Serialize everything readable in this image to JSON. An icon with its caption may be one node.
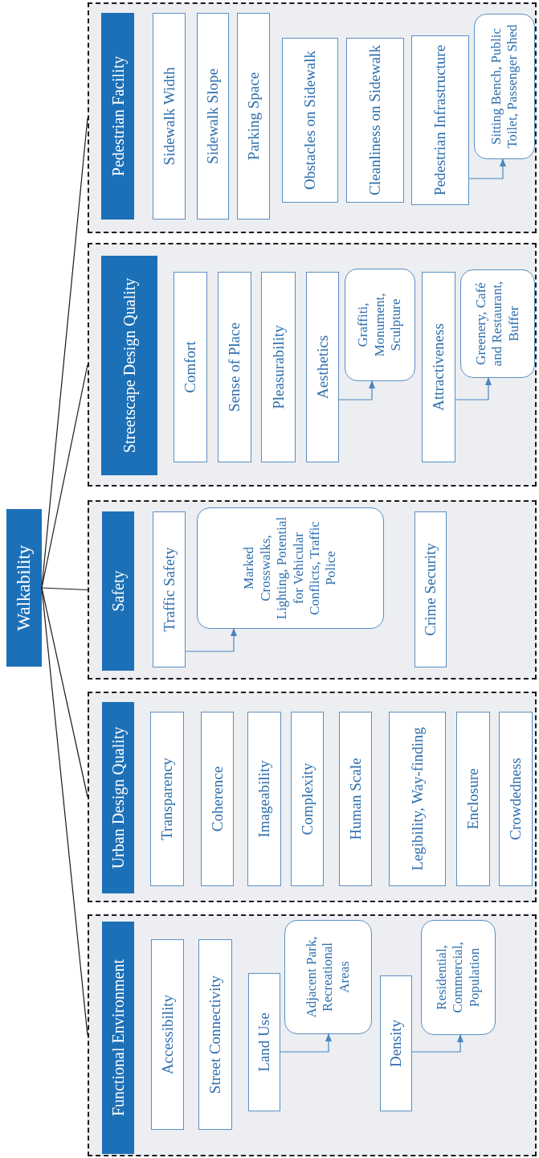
{
  "diagram": {
    "nodes": [
      {
        "text": [
          "Walkability"
        ]
      },
      {
        "text": [],
        "shape": "box"
      },
      {
        "text": [
          "Functional Environment"
        ],
        "in": 1
      },
      {
        "text": [
          "Accessibility"
        ],
        "in": 1
      },
      {
        "text": [
          "Street Connectivity"
        ],
        "in": 1
      },
      {
        "text": [
          "Land Use"
        ],
        "in": 1
      },
      {
        "text": [
          "Adjacent Park, Recreational Areas"
        ],
        "in": 1
      },
      {
        "text": [
          "Density"
        ],
        "in": 1
      },
      {
        "text": [
          "Residential, Commercial, Population"
        ],
        "in": 1
      },
      {
        "text": [],
        "shape": "box"
      },
      {
        "text": [
          "Urban Design Quality"
        ],
        "in": 9
      },
      {
        "text": [
          "Transparency"
        ],
        "in": 9
      },
      {
        "text": [
          "Coherence"
        ],
        "in": 9
      },
      {
        "text": [
          "Imageability"
        ],
        "in": 9
      },
      {
        "text": [
          "Complexity"
        ],
        "in": 9
      },
      {
        "text": [
          "Human Scale"
        ],
        "in": 9
      },
      {
        "text": [
          "Legibility, Way-finding"
        ],
        "in": 9
      },
      {
        "text": [
          "Enclosure"
        ],
        "in": 9
      },
      {
        "text": [
          "Crowdedness"
        ],
        "in": 9
      },
      {
        "text": [],
        "shape": "box"
      },
      {
        "text": [
          "Safety"
        ],
        "in": 19
      },
      {
        "text": [
          "Traffic Safety"
        ],
        "in": 19
      },
      {
        "text": [
          "Marked Crosswalks, Lighting, Potential for Vehicular Conflicts, Traffic Police"
        ],
        "in": 19
      },
      {
        "text": [
          "Crime Security"
        ],
        "in": 19
      },
      {
        "text": [],
        "shape": "box"
      },
      {
        "text": [
          "Streetscape Design Quality"
        ],
        "in": 24
      },
      {
        "text": [
          "Comfort"
        ],
        "in": 24
      },
      {
        "text": [
          "Sense of Place"
        ],
        "in": 24
      },
      {
        "text": [
          "Pleasurability"
        ],
        "in": 24
      },
      {
        "text": [
          "Aesthetics"
        ],
        "in": 24
      },
      {
        "text": [
          "Graffiti, Monument, Sculpture"
        ],
        "in": 24
      },
      {
        "text": [
          "Attractiveness"
        ],
        "in": 24
      },
      {
        "text": [
          "Greenery, Café and Restaurant, Buffer"
        ],
        "in": 24
      },
      {
        "text": [],
        "shape": "box"
      },
      {
        "text": [
          "Pedestrian Facility"
        ],
        "in": 33
      },
      {
        "text": [
          "Sidewalk Width"
        ],
        "in": 33
      },
      {
        "text": [
          "Sidewalk Slope"
        ],
        "in": 33
      },
      {
        "text": [
          "Parking Space"
        ],
        "in": 33
      },
      {
        "text": [
          "Obstacles on Sidewalk"
        ],
        "in": 33
      },
      {
        "text": [
          "Cleanliness on Sidewalk"
        ],
        "in": 33
      },
      {
        "text": [
          "Pedestrian Infrastructure"
        ],
        "in": 33
      },
      {
        "text": [
          "Sitting Bench, Public Toilet, Passenger Shed"
        ],
        "in": 33
      }
    ],
    "edges": [
      {
        "from": 0,
        "to": 1,
        "arrow": "none",
        "color": "#1a1a1a"
      },
      {
        "from": 0,
        "to": 9,
        "arrow": "none",
        "color": "#1a1a1a"
      },
      {
        "from": 0,
        "to": 19,
        "arrow": "none",
        "color": "#1a1a1a"
      },
      {
        "from": 0,
        "to": 24,
        "arrow": "none",
        "color": "#1a1a1a"
      },
      {
        "from": 0,
        "to": 33,
        "arrow": "none",
        "color": "#1a1a1a"
      },
      {
        "from": 5,
        "to": 6,
        "arrow": "to"
      },
      {
        "from": 7,
        "to": 8,
        "arrow": "to"
      },
      {
        "from": 21,
        "to": 22,
        "arrow": "to"
      },
      {
        "from": 29,
        "to": 30,
        "arrow": "to"
      },
      {
        "from": 31,
        "to": 32,
        "arrow": "to"
      },
      {
        "from": 40,
        "to": 41,
        "arrow": "to"
      }
    ]
  }
}
